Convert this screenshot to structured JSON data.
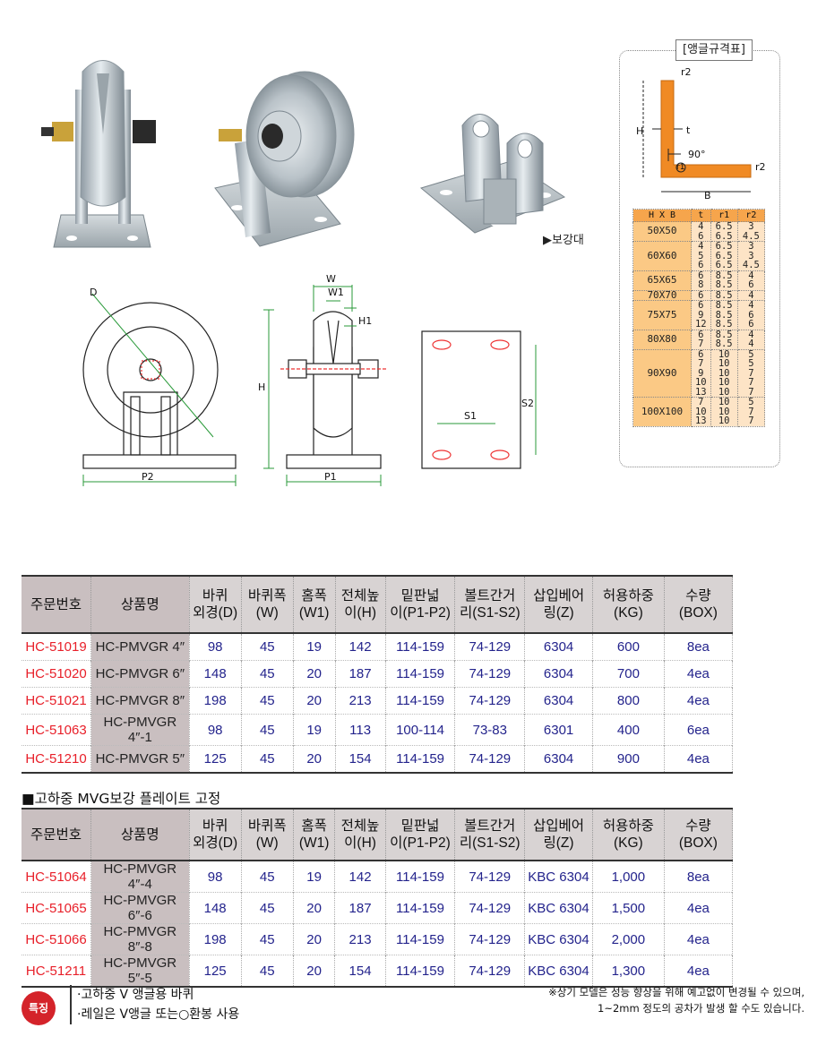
{
  "caption_reinforce": "▶보강대",
  "dims": {
    "D": "D",
    "W": "W",
    "W1": "W1",
    "H1": "H1",
    "H": "H",
    "P2": "P2",
    "P1": "P1",
    "S1": "S1",
    "S2": "S2"
  },
  "angle": {
    "title": "[앵글규격표]",
    "labels": {
      "r2_top": "r2",
      "H": "H",
      "t": "t",
      "deg": "90°",
      "r1": "r1",
      "r2_bottom": "r2",
      "B": "B"
    },
    "headers": [
      "H X B",
      "t",
      "r1",
      "r2"
    ],
    "rows": [
      {
        "size": "50X50",
        "t": "4\n6",
        "r1": "6.5\n6.5",
        "r2": "3\n4.5"
      },
      {
        "size": "60X60",
        "t": "4\n5\n6",
        "r1": "6.5\n6.5\n6.5",
        "r2": "3\n3\n4.5"
      },
      {
        "size": "65X65",
        "t": "6\n8",
        "r1": "8.5\n8.5",
        "r2": "4\n6"
      },
      {
        "size": "70X70",
        "t": "6",
        "r1": "8.5",
        "r2": "4"
      },
      {
        "size": "75X75",
        "t": "6\n9\n12",
        "r1": "8.5\n8.5\n8.5",
        "r2": "4\n6\n6"
      },
      {
        "size": "80X80",
        "t": "6\n7",
        "r1": "8.5\n8.5",
        "r2": "4\n4"
      },
      {
        "size": "90X90",
        "t": "6\n7\n9\n10\n13",
        "r1": "10\n10\n10\n10\n10",
        "r2": "5\n5\n7\n7\n7"
      },
      {
        "size": "100X100",
        "t": "7\n10\n13",
        "r1": "10\n10\n10",
        "r2": "5\n7\n7"
      }
    ]
  },
  "headers": [
    "주문번호",
    "상품명",
    "바퀴\n외경(D)",
    "바퀴폭\n(W)",
    "홈폭\n(W1)",
    "전체높\n이(H)",
    "밑판넓\n이(P1-P2)",
    "볼트간거\n리(S1-S2)",
    "삽입베어\n링(Z)",
    "허용하중\n(KG)",
    "수량\n(BOX)"
  ],
  "table1": [
    [
      "HC-51019",
      "HC-PMVGR 4″",
      "98",
      "45",
      "19",
      "142",
      "114-159",
      "74-129",
      "6304",
      "600",
      "8ea"
    ],
    [
      "HC-51020",
      "HC-PMVGR 6″",
      "148",
      "45",
      "20",
      "187",
      "114-159",
      "74-129",
      "6304",
      "700",
      "4ea"
    ],
    [
      "HC-51021",
      "HC-PMVGR 8″",
      "198",
      "45",
      "20",
      "213",
      "114-159",
      "74-129",
      "6304",
      "800",
      "4ea"
    ],
    [
      "HC-51063",
      "HC-PMVGR 4″-1",
      "98",
      "45",
      "19",
      "113",
      "100-114",
      "73-83",
      "6301",
      "400",
      "6ea"
    ],
    [
      "HC-51210",
      "HC-PMVGR 5″",
      "125",
      "45",
      "20",
      "154",
      "114-159",
      "74-129",
      "6304",
      "900",
      "4ea"
    ]
  ],
  "section2_title": "■고하중 MVG보강 플레이트 고정",
  "table2": [
    [
      "HC-51064",
      "HC-PMVGR 4″-4",
      "98",
      "45",
      "19",
      "142",
      "114-159",
      "74-129",
      "KBC 6304",
      "1,000",
      "8ea"
    ],
    [
      "HC-51065",
      "HC-PMVGR 6″-6",
      "148",
      "45",
      "20",
      "187",
      "114-159",
      "74-129",
      "KBC 6304",
      "1,500",
      "4ea"
    ],
    [
      "HC-51066",
      "HC-PMVGR 8″-8",
      "198",
      "45",
      "20",
      "213",
      "114-159",
      "74-129",
      "KBC 6304",
      "2,000",
      "4ea"
    ],
    [
      "HC-51211",
      "HC-PMVGR 5″-5",
      "125",
      "45",
      "20",
      "154",
      "114-159",
      "74-129",
      "KBC 6304",
      "1,300",
      "4ea"
    ]
  ],
  "badge": "특징",
  "features": [
    "·고하중 V 앵글용 바퀴",
    "·레일은 V앵글 또는○환봉 사용"
  ],
  "note": [
    "※상기 모델은 성능 향상을 위해 예고없이 변경될 수 있으며,",
    "1~2mm 정도의  공차가 발생 할 수도 있습니다."
  ]
}
